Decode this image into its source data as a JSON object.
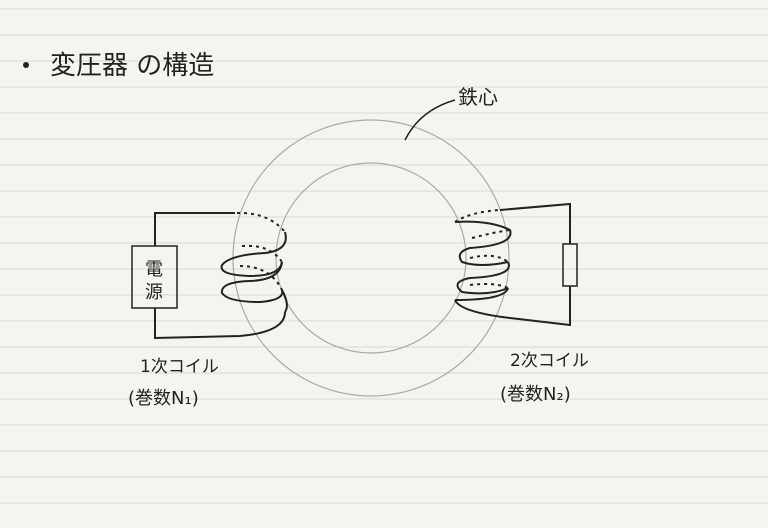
{
  "title": "変圧器 の構造",
  "core_label": "鉄心",
  "power_source_label": "電源",
  "primary": {
    "name": "1次コイル",
    "turns": "(巻数N₁)"
  },
  "secondary": {
    "name": "2次コイル",
    "turns": "(巻数N₂)"
  },
  "colors": {
    "paper": "#f5f5f0",
    "rule": "#d8d8d3",
    "ink": "#222222",
    "core": "#a8a8b4"
  }
}
